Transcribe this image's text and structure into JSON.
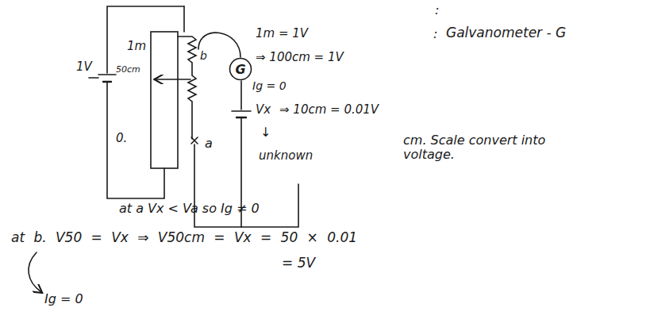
{
  "diagram": {
    "nodes": [
      {
        "text": [
          "G"
        ]
      }
    ],
    "labels": [
      "1m",
      "1V",
      "50cm",
      "0.",
      "b",
      "a",
      "1m = 1V",
      "⇒ 100cm = 1V",
      "Ig = 0",
      "Vx",
      "⇒ 10cm = 0.01V",
      "↓",
      "unknown",
      "Galvanometer - G",
      ":",
      ":",
      "cm. Scale convert into voltage.",
      "at a  Vx < Va so Ig ≠ 0",
      "at b. V50 = Vx ⇒ V50cm = Vx = 50 × 0.01",
      "= 5V",
      "Ig = 0"
    ]
  }
}
